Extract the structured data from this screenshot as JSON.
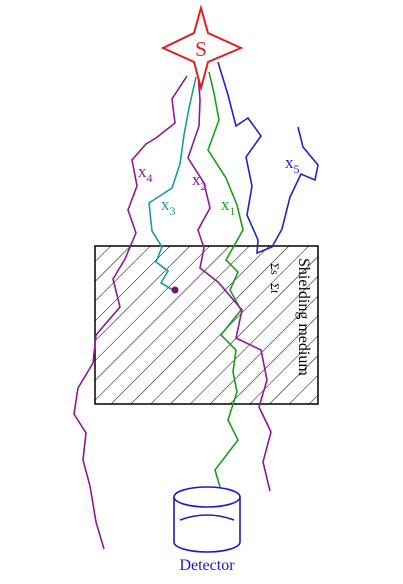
{
  "source": {
    "label": "S",
    "color": "#e0201c"
  },
  "paths": [
    {
      "label": "x",
      "index": "1",
      "color": "#1f9a1f"
    },
    {
      "label": "x",
      "index": "2",
      "color": "#8b1a93"
    },
    {
      "label": "x",
      "index": "3",
      "color": "#1a9a9a"
    },
    {
      "label": "x",
      "index": "4",
      "color": "#8b1a93"
    },
    {
      "label": "x",
      "index": "5",
      "color": "#2222cc"
    }
  ],
  "medium": {
    "label": "Shielding medium",
    "sigma_s": "Σs",
    "sigma_t": "Σt"
  },
  "detector": {
    "label": "Detector",
    "color": "#1a1acc"
  }
}
